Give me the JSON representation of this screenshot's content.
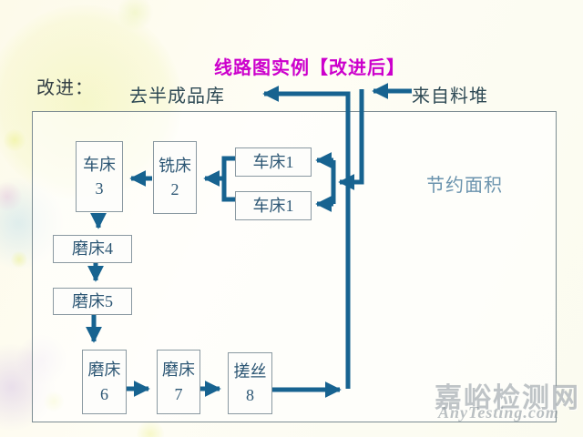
{
  "slide": {
    "title": "线路图实例【改进后】",
    "caption_left": "改进：",
    "label_to_warehouse": "去半成品库",
    "label_from_pile": "来自料堆",
    "label_saved_area": "节约面积"
  },
  "boxes": {
    "lathe3": "车床\n3",
    "mill2": "铣床\n2",
    "lathe1_top": "车床1",
    "lathe1_bottom": "车床1",
    "grinder4": "磨床4",
    "grinder5": "磨床5",
    "grinder6": "磨床\n6",
    "grinder7": "磨床\n7",
    "thread8": "搓丝\n8"
  },
  "watermark": {
    "name": "嘉峪检测网",
    "url": "AnyTesting.com"
  },
  "colors": {
    "arrow": "#176390",
    "title": "#cc00cc",
    "label_text": "#2f4a55",
    "box_text": "#2c5674",
    "saved_area_text": "#6a93ad",
    "frame_border": "#7c8c92"
  }
}
